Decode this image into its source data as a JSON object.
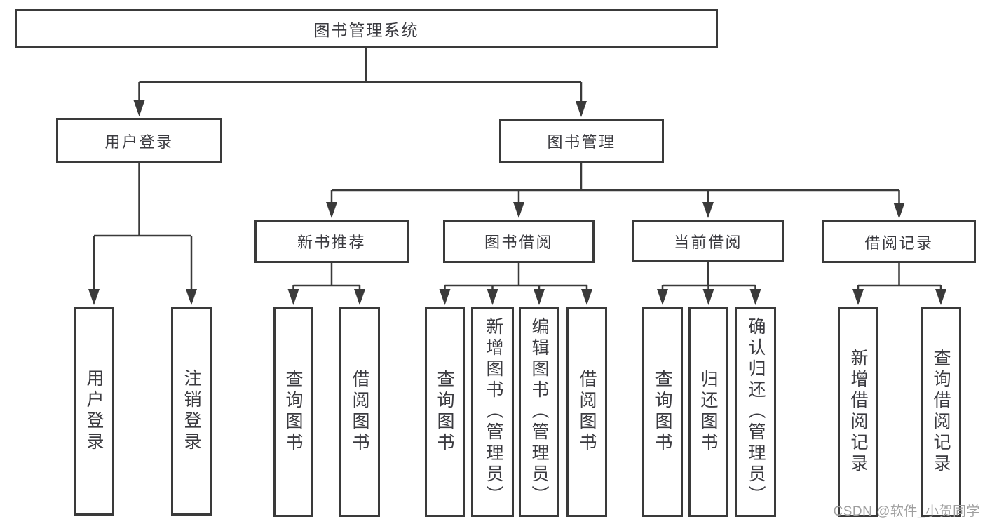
{
  "diagram": {
    "root": {
      "label": "图书管理系统"
    },
    "level2": [
      {
        "label": "用户登录"
      },
      {
        "label": "图书管理"
      }
    ],
    "level3": [
      {
        "label": "新书推荐"
      },
      {
        "label": "图书借阅"
      },
      {
        "label": "当前借阅"
      },
      {
        "label": "借阅记录"
      }
    ],
    "leaves": [
      {
        "label": "用户登录"
      },
      {
        "label": "注销登录"
      },
      {
        "label": "查询图书"
      },
      {
        "label": "借阅图书"
      },
      {
        "label": "查询图书"
      },
      {
        "label": "新增图书（管理员）"
      },
      {
        "label": "编辑图书（管理员）"
      },
      {
        "label": "借阅图书"
      },
      {
        "label": "查询图书"
      },
      {
        "label": "归还图书"
      },
      {
        "label": "确认归还（管理员）"
      },
      {
        "label": "新增借阅记录"
      },
      {
        "label": "查询借阅记录"
      }
    ]
  },
  "watermark": {
    "text": "CSDN @软件_小贺同学"
  }
}
